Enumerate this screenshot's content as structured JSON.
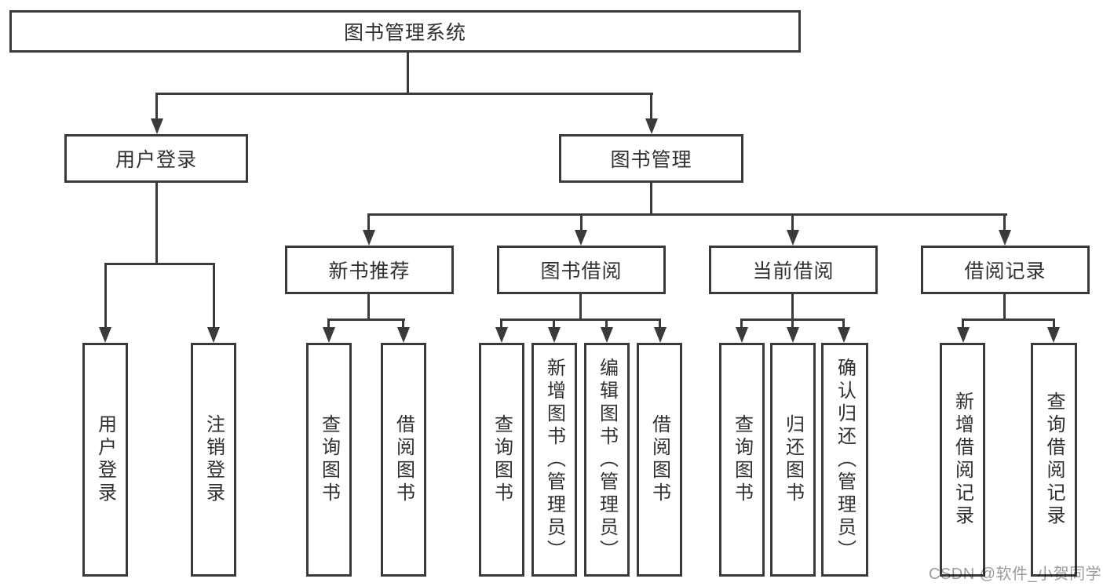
{
  "tree": {
    "root": {
      "label": "图书管理系统"
    },
    "level2": [
      {
        "label": "用户登录"
      },
      {
        "label": "图书管理"
      }
    ],
    "level3": [
      {
        "label": "新书推荐"
      },
      {
        "label": "图书借阅"
      },
      {
        "label": "当前借阅"
      },
      {
        "label": "借阅记录"
      }
    ],
    "leaf_groups": [
      {
        "parent": "用户登录",
        "items": [
          "用户登录",
          "注销登录"
        ]
      },
      {
        "parent": "新书推荐",
        "items": [
          "查询图书",
          "借阅图书"
        ]
      },
      {
        "parent": "图书借阅",
        "items": [
          "查询图书",
          "新增图书（管理员）",
          "编辑图书（管理员）",
          "借阅图书"
        ]
      },
      {
        "parent": "当前借阅",
        "items": [
          "查询图书",
          "归还图书",
          "确认归还（管理员）"
        ]
      },
      {
        "parent": "借阅记录",
        "items": [
          "新增借阅记录",
          "查询借阅记录"
        ]
      }
    ]
  },
  "watermark": {
    "text": "CSDN @软件_小贺同学"
  },
  "colors": {
    "line": "#3a3a3a",
    "box_border": "#3a3a3a",
    "text": "#303030",
    "background": "#ffffff",
    "watermark": "#9c9c9c"
  }
}
